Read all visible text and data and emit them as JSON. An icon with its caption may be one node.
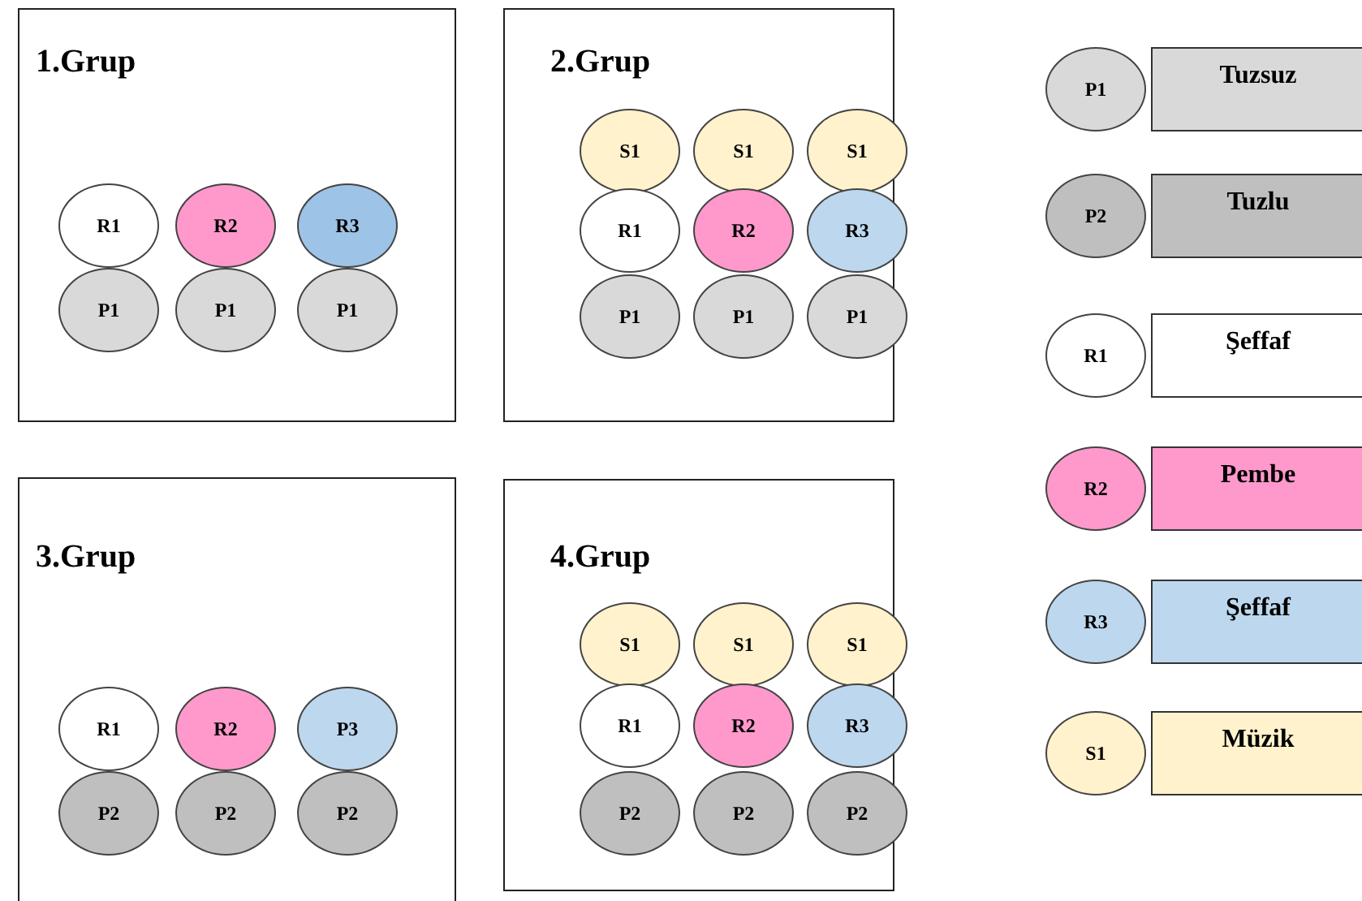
{
  "diagram": {
    "nodes": [
      {
        "text": [
          "1.Grup"
        ]
      },
      {
        "text": [
          "R1"
        ],
        "in": 0
      },
      {
        "text": [
          "R2"
        ],
        "in": 0
      },
      {
        "text": [
          "R3"
        ],
        "in": 0
      },
      {
        "text": [
          "P1"
        ],
        "in": 0
      },
      {
        "text": [
          "P1"
        ],
        "in": 0
      },
      {
        "text": [
          "P1"
        ],
        "in": 0
      },
      {
        "text": [
          "2.Grup"
        ]
      },
      {
        "text": [
          "S1"
        ],
        "in": 7
      },
      {
        "text": [
          "S1"
        ],
        "in": 7
      },
      {
        "text": [
          "S1"
        ],
        "in": 7
      },
      {
        "text": [
          "R1"
        ],
        "in": 7
      },
      {
        "text": [
          "R2"
        ],
        "in": 7
      },
      {
        "text": [
          "R3"
        ],
        "in": 7
      },
      {
        "text": [
          "P1"
        ],
        "in": 7
      },
      {
        "text": [
          "P1"
        ],
        "in": 7
      },
      {
        "text": [
          "P1"
        ],
        "in": 7
      },
      {
        "text": [
          "3.Grup"
        ]
      },
      {
        "text": [
          "R1"
        ],
        "in": 17
      },
      {
        "text": [
          "R2"
        ],
        "in": 17
      },
      {
        "text": [
          "P3"
        ],
        "in": 17
      },
      {
        "text": [
          "P2"
        ],
        "in": 17
      },
      {
        "text": [
          "P2"
        ],
        "in": 17
      },
      {
        "text": [
          "P2"
        ],
        "in": 17
      },
      {
        "text": [
          "4.Grup"
        ]
      },
      {
        "text": [
          "S1"
        ],
        "in": 24
      },
      {
        "text": [
          "S1"
        ],
        "in": 24
      },
      {
        "text": [
          "S1"
        ],
        "in": 24
      },
      {
        "text": [
          "R1"
        ],
        "in": 24
      },
      {
        "text": [
          "R2"
        ],
        "in": 24
      },
      {
        "text": [
          "R3"
        ],
        "in": 24
      },
      {
        "text": [
          "P2"
        ],
        "in": 24
      },
      {
        "text": [
          "P2"
        ],
        "in": 24
      },
      {
        "text": [
          "P2"
        ],
        "in": 24
      },
      {
        "text": [
          "P1"
        ]
      },
      {
        "text": [
          "P2"
        ]
      },
      {
        "text": [
          "R1"
        ]
      },
      {
        "text": [
          "R2"
        ]
      },
      {
        "text": [
          "R3"
        ]
      },
      {
        "text": [
          "S1"
        ]
      }
    ],
    "legend": [
      {
        "text": "Tuzsuz",
        "color": "#d9d9d9"
      },
      {
        "text": "Tuzlu",
        "color": "#bfbfbf"
      },
      {
        "text": "Şeffaf",
        "color": "#ffffff"
      },
      {
        "text": "Pembe",
        "color": "#ff99cc"
      },
      {
        "text": "Şeffaf",
        "color": "#bdd7ee"
      },
      {
        "text": "Müzik",
        "color": "#fff2cc"
      }
    ]
  }
}
